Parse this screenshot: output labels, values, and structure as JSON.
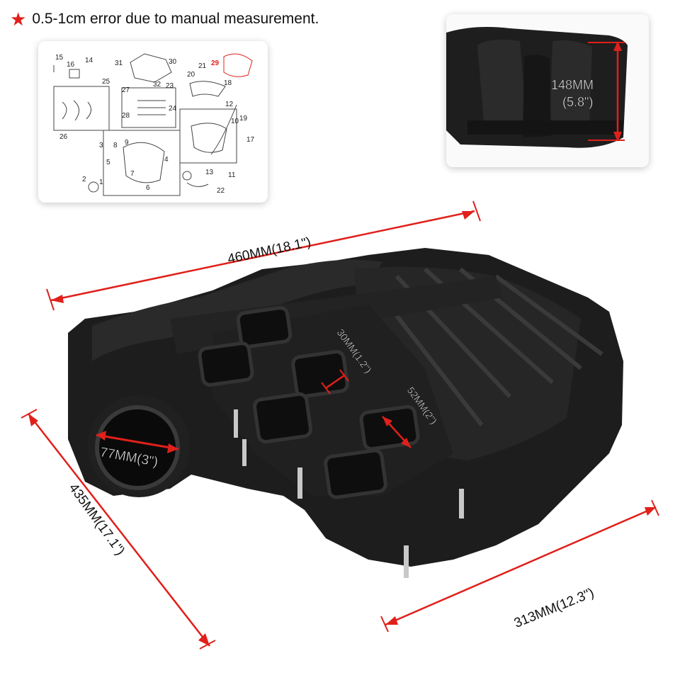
{
  "note": {
    "icon": "star-icon",
    "text": "0.5-1cm error due to manual measurement."
  },
  "parts_diagram": {
    "callouts": [
      "15",
      "14",
      "16",
      "25",
      "27",
      "31",
      "30",
      "29",
      "21",
      "20",
      "18",
      "12",
      "26",
      "28",
      "24",
      "23",
      "32",
      "22",
      "19",
      "10",
      "17",
      "13",
      "11",
      "3",
      "8",
      "9",
      "4",
      "5",
      "7",
      "6",
      "1",
      "2"
    ],
    "highlight_callout": "29"
  },
  "inset": {
    "height_mm": "148MM",
    "height_in": "(5.8\")"
  },
  "dimensions": {
    "length": "460MM(18.1\")",
    "width": "435MM(17.1\")",
    "depth": "313MM(12.3\")",
    "throttle": "77MM(3\")",
    "port_height": "30MM(1.2\")",
    "port_width": "52MM(2\")"
  },
  "colors": {
    "accent_red": "#e0201a",
    "plastic_black": "#1b1b1b"
  }
}
